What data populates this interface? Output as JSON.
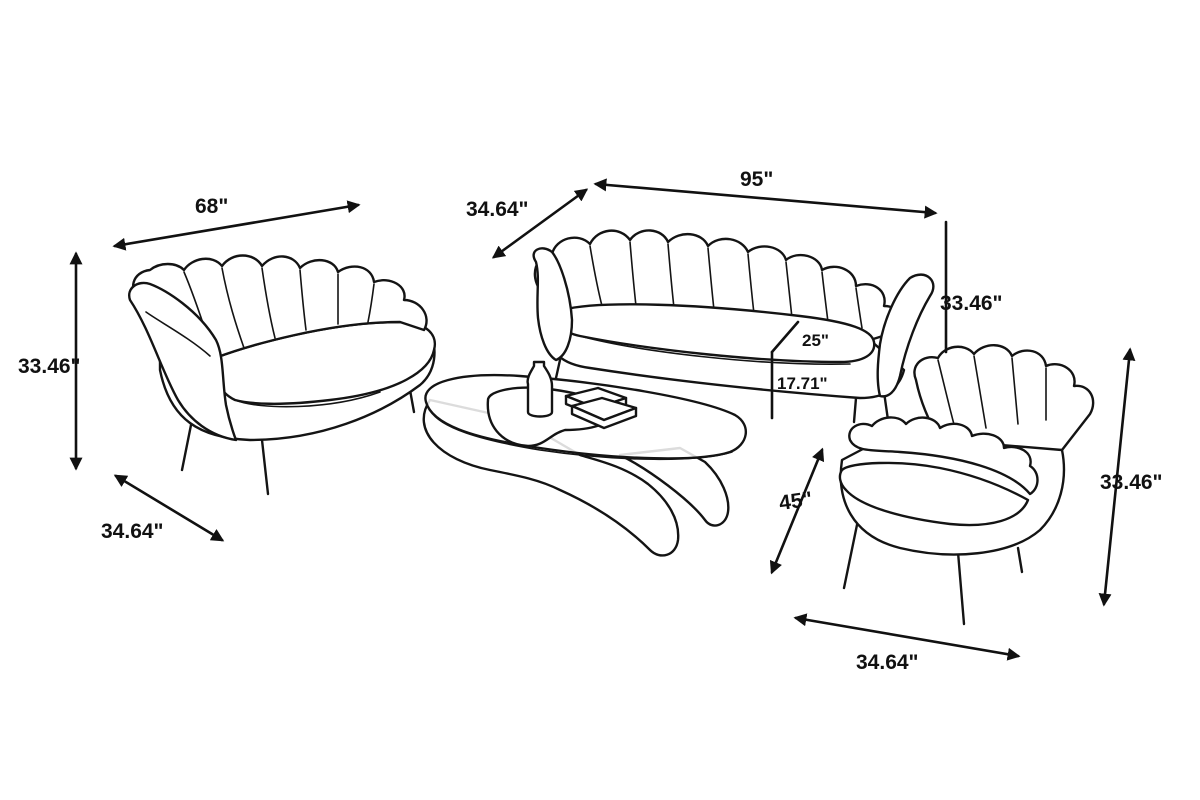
{
  "loveseat": {
    "width": "68\"",
    "depth": "34.64\"",
    "height": "33.46\""
  },
  "sofa": {
    "width": "95\"",
    "depth": "34.64\"",
    "height": "33.46\"",
    "seat_depth": "25\"",
    "seat_height": "17.71\""
  },
  "chair": {
    "diagonal": "45\"",
    "depth": "34.64\"",
    "height": "33.46\""
  },
  "colors": {
    "ink": "#141414",
    "background": "#ffffff"
  }
}
